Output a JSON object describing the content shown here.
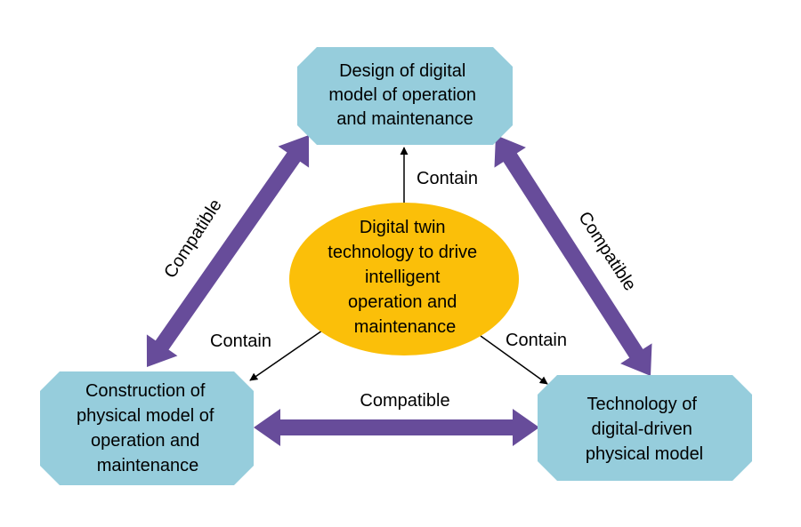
{
  "colors": {
    "box": "#96CDDC",
    "center": "#FBBF09",
    "compatible_arrow": "#674C9A",
    "contain_arrow": "#000000"
  },
  "center": {
    "lines": [
      "Digital twin",
      "technology to drive",
      "intelligent",
      "operation and",
      "maintenance"
    ]
  },
  "nodes": {
    "top": {
      "lines": [
        "Design of digital",
        "model of operation",
        "and maintenance"
      ]
    },
    "left": {
      "lines": [
        "Construction of",
        "physical model of",
        "operation and",
        "maintenance"
      ]
    },
    "right": {
      "lines": [
        "Technology of",
        "digital-driven",
        "physical model"
      ]
    }
  },
  "edges": {
    "contain_top": "Contain",
    "contain_left": "Contain",
    "contain_right": "Contain",
    "compatible_left": "Compatible",
    "compatible_right": "Compatible",
    "compatible_bottom": "Compatible"
  }
}
